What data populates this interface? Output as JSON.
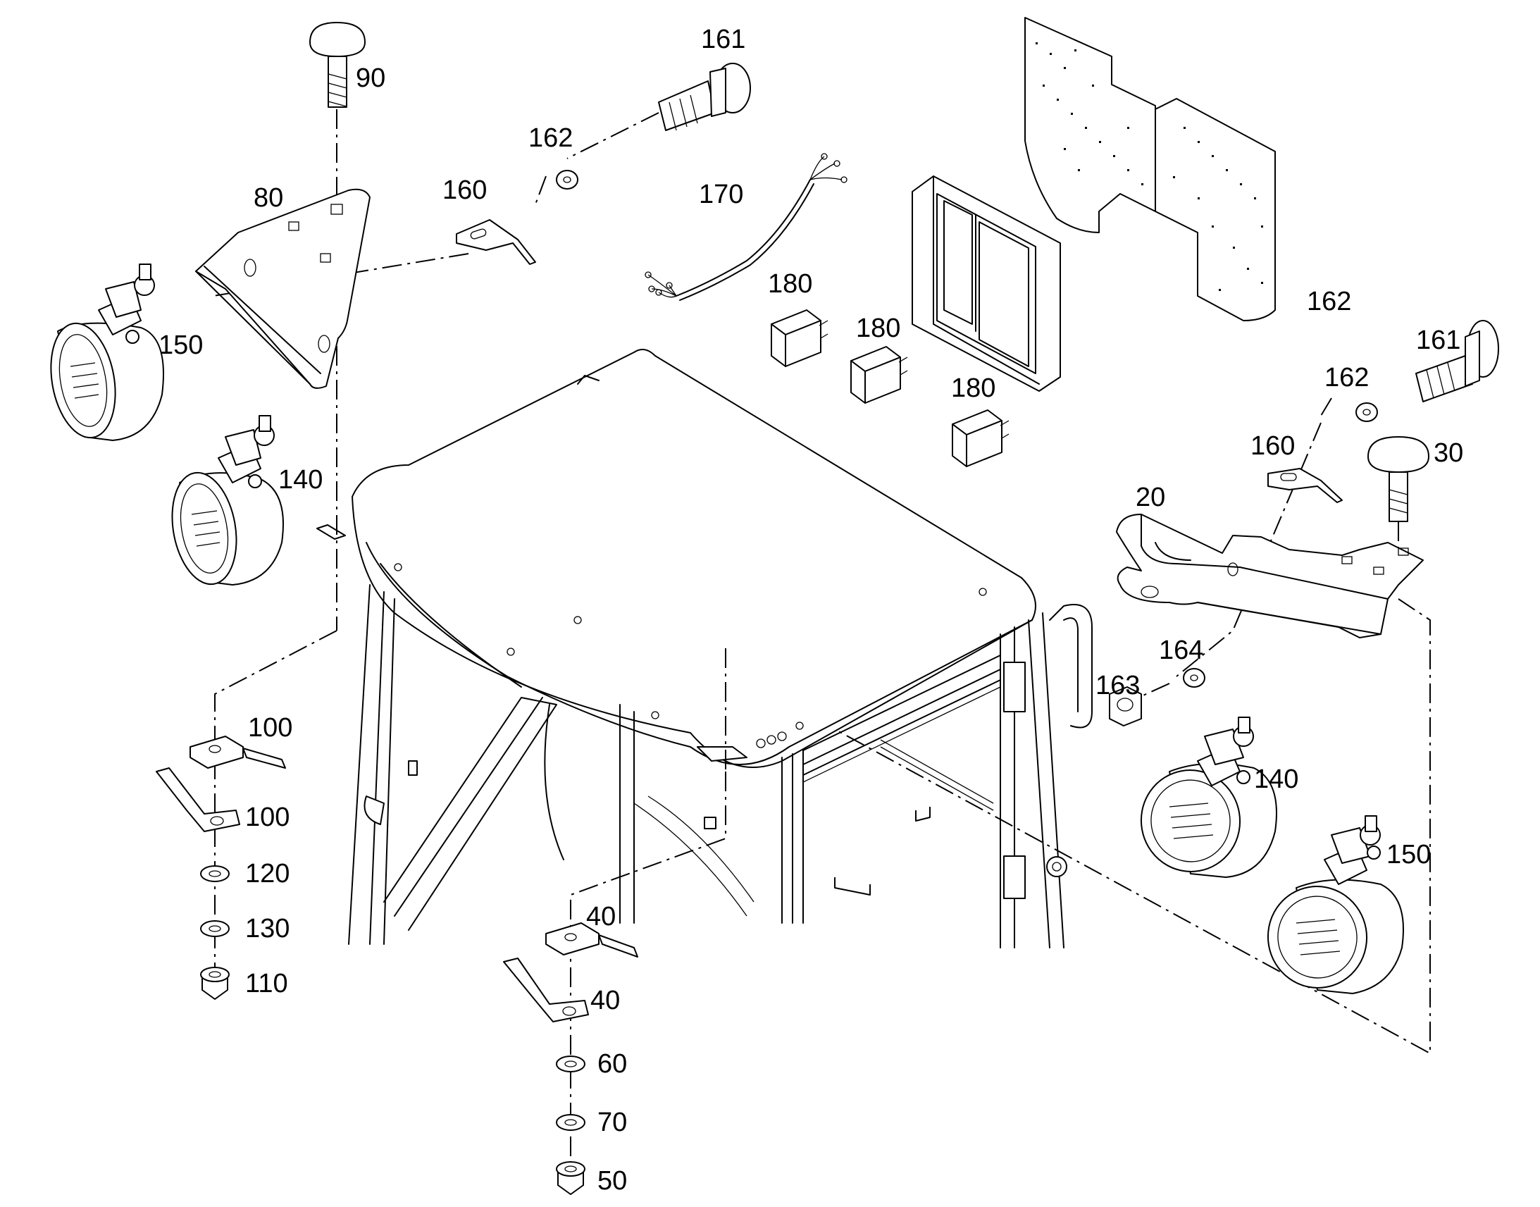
{
  "labels": [
    {
      "id": "p90",
      "text": "90"
    },
    {
      "id": "p161a",
      "text": "161"
    },
    {
      "id": "p162a",
      "text": "162"
    },
    {
      "id": "p160a",
      "text": "160"
    },
    {
      "id": "p80",
      "text": "80"
    },
    {
      "id": "p170",
      "text": "170"
    },
    {
      "id": "p150a",
      "text": "150"
    },
    {
      "id": "p180a",
      "text": "180"
    },
    {
      "id": "p180b",
      "text": "180"
    },
    {
      "id": "p180c",
      "text": "180"
    },
    {
      "id": "p162b",
      "text": "162"
    },
    {
      "id": "p161b",
      "text": "161"
    },
    {
      "id": "p162c",
      "text": "162"
    },
    {
      "id": "p140a",
      "text": "140"
    },
    {
      "id": "p160b",
      "text": "160"
    },
    {
      "id": "p30",
      "text": "30"
    },
    {
      "id": "p20",
      "text": "20"
    },
    {
      "id": "p100a",
      "text": "100"
    },
    {
      "id": "p100b",
      "text": "100"
    },
    {
      "id": "p164",
      "text": "164"
    },
    {
      "id": "p163",
      "text": "163"
    },
    {
      "id": "p140b",
      "text": "140"
    },
    {
      "id": "p150b",
      "text": "150"
    },
    {
      "id": "p120",
      "text": "120"
    },
    {
      "id": "p130",
      "text": "130"
    },
    {
      "id": "p110",
      "text": "110"
    },
    {
      "id": "p40a",
      "text": "40"
    },
    {
      "id": "p40b",
      "text": "40"
    },
    {
      "id": "p60",
      "text": "60"
    },
    {
      "id": "p70",
      "text": "70"
    },
    {
      "id": "p50",
      "text": "50"
    }
  ]
}
